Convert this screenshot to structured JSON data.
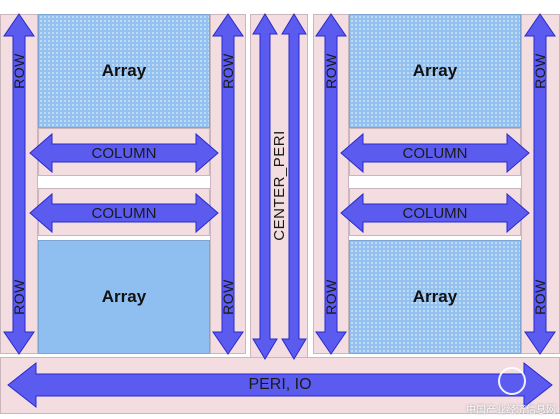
{
  "labels": {
    "array": "Array",
    "row": "ROW",
    "column": "COLUMN",
    "center_peri": "CENTER_PERI",
    "peri_io": "PERI, IO"
  },
  "watermark": "中国产业经济信息网",
  "colors": {
    "arrow_fill": "#5b5bf0",
    "arrow_stroke": "#2a2acc",
    "zone": "#f3dde1",
    "array": "#95c1ef"
  }
}
